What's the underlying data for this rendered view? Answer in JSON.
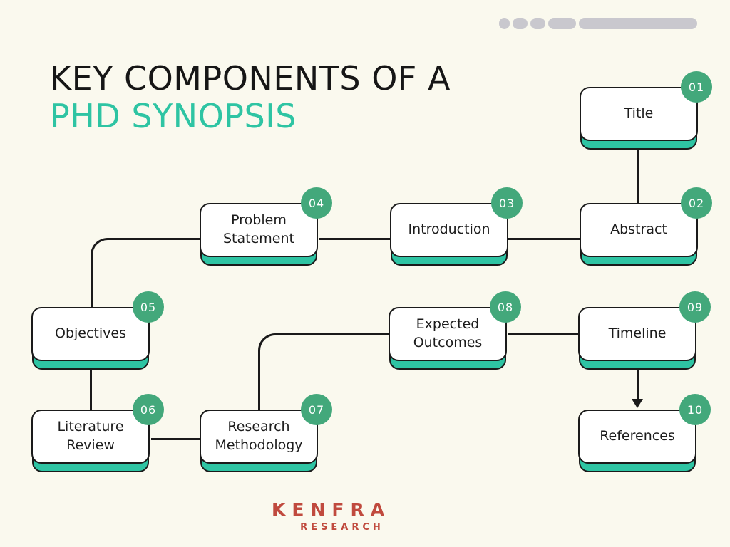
{
  "heading": {
    "line1": "KEY COMPONENTS OF A",
    "line2": "PHD SYNOPSIS"
  },
  "diagram": {
    "nodes": [
      {
        "id": "title",
        "number": "01",
        "label": "Title"
      },
      {
        "id": "abstract",
        "number": "02",
        "label": "Abstract"
      },
      {
        "id": "introduction",
        "number": "03",
        "label": "Introduction"
      },
      {
        "id": "problem-statement",
        "number": "04",
        "label": "Problem Statement"
      },
      {
        "id": "objectives",
        "number": "05",
        "label": "Objectives"
      },
      {
        "id": "literature-review",
        "number": "06",
        "label": "Literature Review"
      },
      {
        "id": "research-methodology",
        "number": "07",
        "label": "Research Methodology"
      },
      {
        "id": "expected-outcomes",
        "number": "08",
        "label": "Expected Outcomes"
      },
      {
        "id": "timeline",
        "number": "09",
        "label": "Timeline"
      },
      {
        "id": "references",
        "number": "10",
        "label": "References"
      }
    ],
    "connections": [
      "Title > Abstract",
      "Abstract - Introduction",
      "Introduction - Problem Statement",
      "Problem Statement - Objectives",
      "Objectives - Literature Review",
      "Literature Review - Research Methodology",
      "Research Methodology - Expected Outcomes",
      "Expected Outcomes - Timeline",
      "Timeline > References (arrow)"
    ]
  },
  "logo": {
    "name": "KENFRA",
    "subtitle": "RESEARCH"
  },
  "colors": {
    "background": "#FAF9EE",
    "heading_primary": "#161616",
    "accent_teal": "#2EC4A3",
    "badge_green": "#43A87B",
    "box_fill": "#FFFFFF",
    "line_black": "#1A1A1A",
    "chrome_gray": "#C9C8CE",
    "logo_red": "#C04A3E",
    "badge_text": "#FFFFFF",
    "label_text": "#1C1C1C"
  }
}
